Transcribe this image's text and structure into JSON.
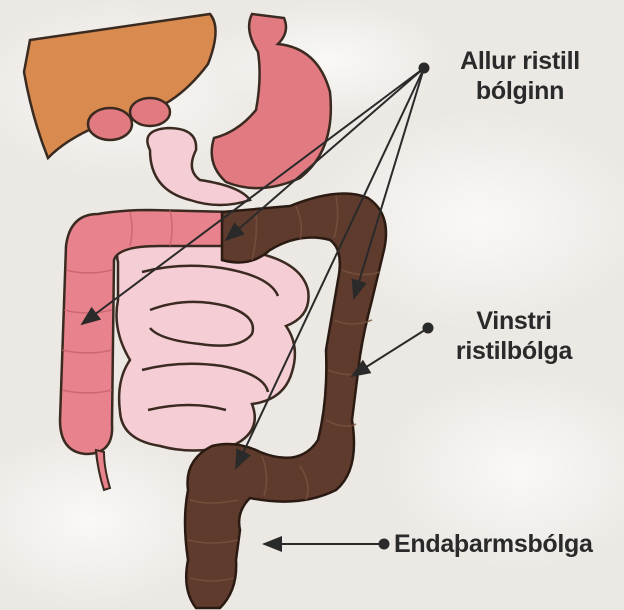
{
  "labels": {
    "total": {
      "line1": "Allur ristill",
      "line2": "bólginn"
    },
    "left": {
      "line1": "Vinstri",
      "line2": "ristilbólga"
    },
    "rectum": {
      "line1": "Endaþarmsbólga"
    }
  },
  "colors": {
    "liver": "#d98a4f",
    "stomach": "#e27a82",
    "small_intestine": "#f5cdd5",
    "colon_healthy": "#e8828c",
    "colon_inflamed": "#5e3b2c",
    "pointer": "#2a2a2a"
  }
}
